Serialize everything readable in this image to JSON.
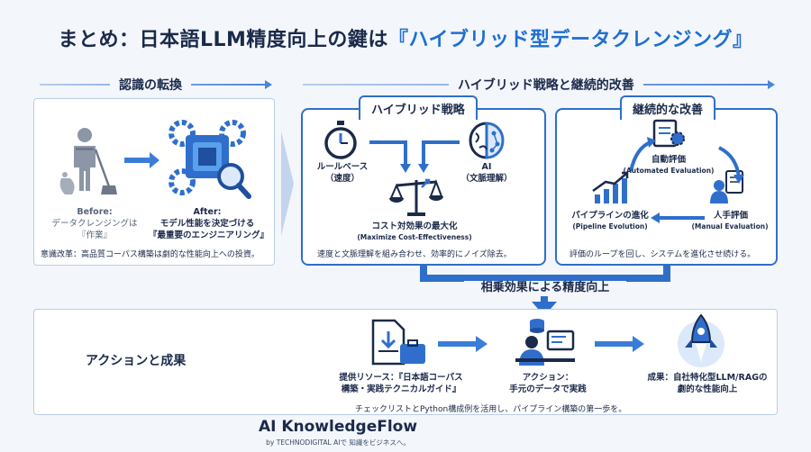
{
  "title": {
    "part1": "まとめ：日本語LLM精度向上の鍵は",
    "part2": "『ハイブリッド型データクレンジング』"
  },
  "sections": {
    "recognition": "認識の転換",
    "hybrid_continuous": "ハイブリッド戦略と継続的改善"
  },
  "recognition": {
    "before_title": "Before:",
    "before_line1": "データクレンジングは",
    "before_line2": "『作業』",
    "after_title": "After:",
    "after_line1": "モデル性能を決定づける",
    "after_line2": "『最重要のエンジニアリング』",
    "note": "意識改革：高品質コーパス構築は劇的な性能向上への投資。"
  },
  "hybrid": {
    "tab": "ハイブリッド戦略",
    "rule_label": "ルールベース",
    "rule_sub": "（速度）",
    "ai_label": "AI",
    "ai_sub": "（文脈理解）",
    "result_label": "コスト対効果の最大化",
    "result_en": "(Maximize Cost-Effectiveness)",
    "note": "速度と文脈理解を組み合わせ、効率的にノイズ除去。"
  },
  "continuous": {
    "tab": "継続的な改善",
    "auto_label": "自動評価",
    "auto_en": "(Automated Evaluation)",
    "manual_label": "人手評価",
    "manual_en": "(Manual Evaluation)",
    "pipeline_label": "パイプラインの進化",
    "pipeline_en": "(Pipeline Evolution)",
    "note": "評価のループを回し、システムを進化させ続ける。"
  },
  "synergy": "相乗効果による精度向上",
  "action": {
    "title": "アクションと成果",
    "resource_line1": "提供リソース：『日本語コーパス",
    "resource_line2": "構築・実践テクニカルガイド』",
    "action_line1": "アクション：",
    "action_line2": "手元のデータで実践",
    "result_line1": "成果：自社特化型LLM/RAGの",
    "result_line2": "劇的な性能向上",
    "note": "チェックリストとPython構成例を活用し、パイプライン構築の第一歩を。"
  },
  "brand": {
    "name": "AI KnowledgeFlow",
    "tagline": "by TECHNODIGITAL  AIで 知識をビジネスへ。"
  },
  "colors": {
    "accent": "#2f6fcb",
    "dark": "#1b2a4a",
    "light_panel_border": "#b9cde9"
  }
}
